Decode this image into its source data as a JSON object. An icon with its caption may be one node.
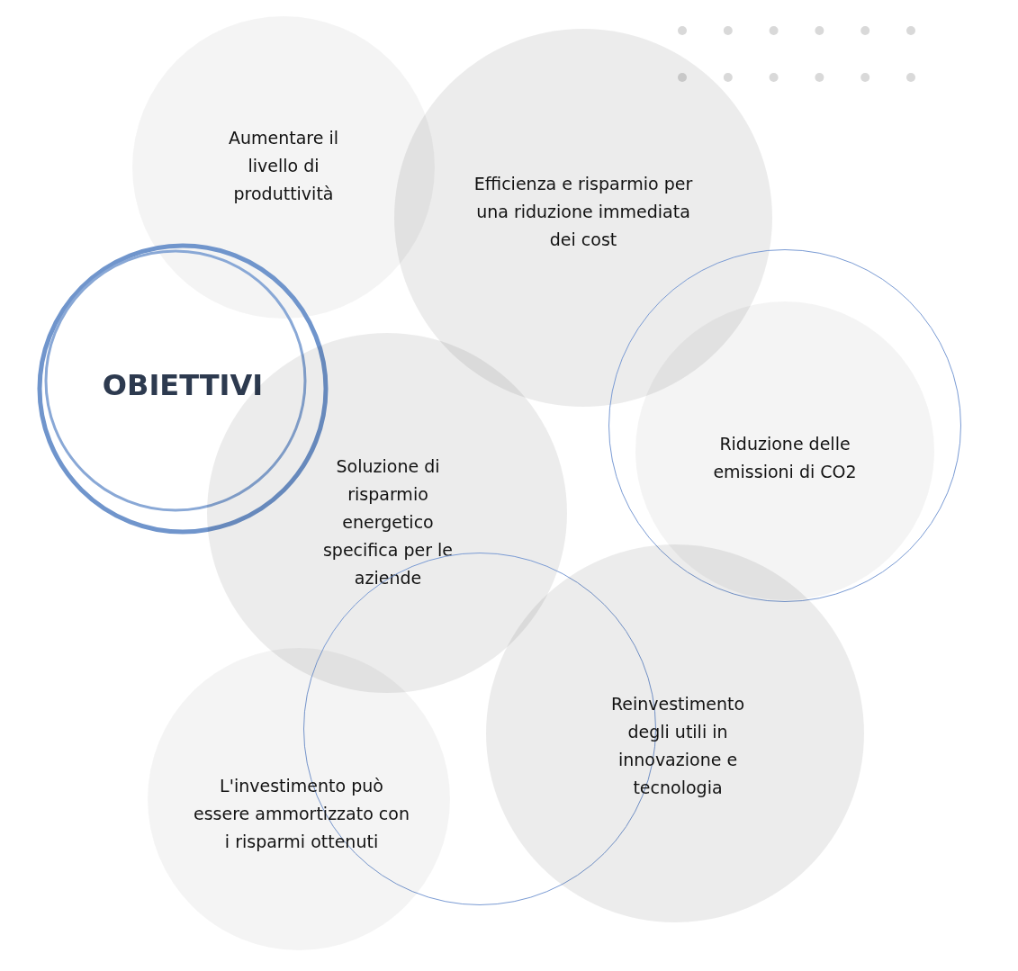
{
  "diagram": {
    "nodes": [
      {
        "text": [
          "Aumentare il livello di produttività"
        ]
      },
      {
        "text": [
          "Efficienza e risparmio per una riduzione immediata dei cost"
        ]
      },
      {
        "text": [
          "OBIETTIVI"
        ]
      },
      {
        "text": [],
        "shape": "circle"
      },
      {
        "text": [
          "Riduzione delle emissioni di CO2"
        ],
        "in": 3
      },
      {
        "text": [
          "Soluzione di risparmio energetico specifica per le aziende"
        ]
      },
      {
        "text": [],
        "shape": "circle"
      },
      {
        "text": [
          "Reinvestimento degli utili in innovazione e tecnologia"
        ]
      },
      {
        "text": [
          "L'investimento può essere ammortizzato con i risparmi ottenuti"
        ]
      }
    ],
    "edges": []
  }
}
